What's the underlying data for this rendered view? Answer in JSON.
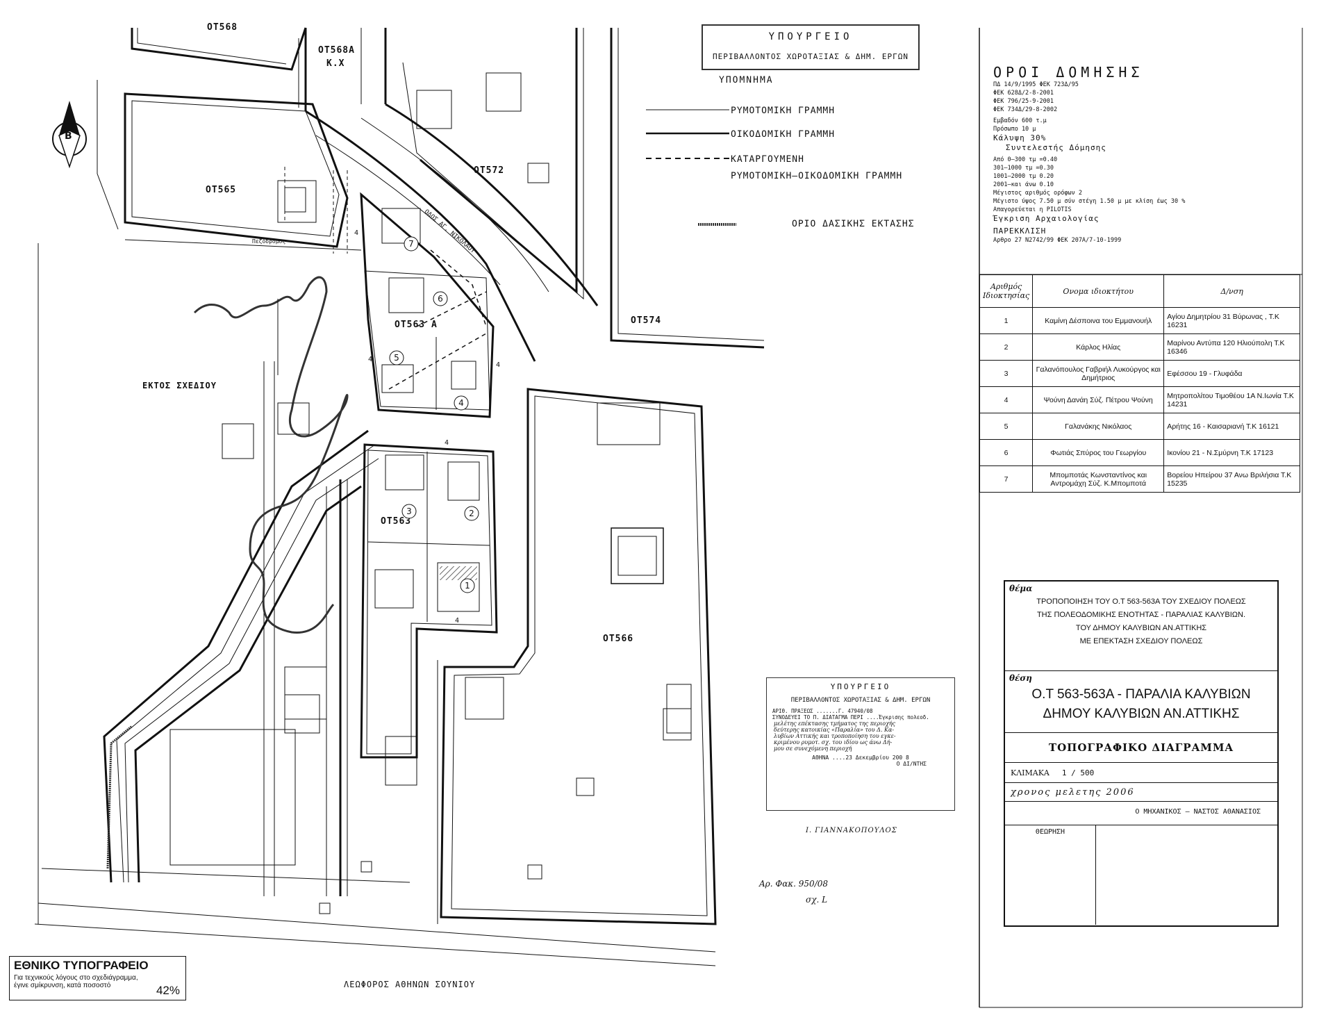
{
  "ministry_stamp": {
    "line1": "ΥΠΟΥΡΓΕΙΟ",
    "line2": "ΠΕΡΙΒΑΛΛΟΝΤΟΣ ΧΩΡΟΤΑΞΙΑΣ & ΔΗΜ. ΕΡΓΩΝ"
  },
  "legend": {
    "title": "ΥΠΟΜΝΗΜΑ",
    "items": [
      {
        "label": "ΡΥΜΟΤΟΜΙΚΗ ΓΡΑΜΜΗ"
      },
      {
        "label": "ΟΙΚΟΔΟΜΙΚΗ ΓΡΑΜΜΗ"
      },
      {
        "label": "ΚΑΤΑΡΓΟΥΜΕΝΗ",
        "label2": "ΡΥΜΟΤΟΜΙΚΗ–ΟΙΚΟΔΟΜΙΚΗ ΓΡΑΜΜΗ"
      },
      {
        "label": "ΟΡΙΟ ΔΑΣΙΚΗΣ ΕΚΤΑΣΗΣ"
      }
    ]
  },
  "north_arrow": {
    "letter": "Β"
  },
  "map_labels": {
    "ot568": "ΟΤ568",
    "ot568a": "ΟΤ568Α",
    "kx": "Κ.Χ",
    "ot565": "ΟΤ565",
    "ot572": "ΟΤ572",
    "ot563a": "ΟΤ563 Α",
    "ot574": "ΟΤ574",
    "ot563": "ΟΤ563",
    "ot566": "ΟΤ566",
    "outside_plan": "ΕΚΤΟΣ ΣΧΕΔΙΟΥ",
    "street": "ΟΔΟΣ ΑΓ. ΝΙΚΟΛΑΟΥ",
    "avenue": "ΛΕΩΦΟΡΟΣ ΑΘΗΝΩΝ ΣΟΥΝΙΟΥ",
    "pedestrian": "Πεζόδρομος",
    "setback": "4"
  },
  "parcels": [
    "1",
    "2",
    "3",
    "4",
    "5",
    "6",
    "7"
  ],
  "building_terms": {
    "title": "ΟΡΟΙ ΔΟΜΗΣΗΣ",
    "lines": [
      "ΠΔ 14/9/1995 ΦΕΚ 723Δ/95",
      "ΦΕΚ 628Δ/2-8-2001",
      "ΦΕΚ 796/25-9-2001",
      "ΦΕΚ 734Δ/29-8-2002",
      "Εμβαδόν 600 τ.μ",
      "Πρόσωπο 10 μ"
    ],
    "coverage": "Κάλυψη 30%",
    "coefficient": "Συντελεστής Δόμησης",
    "coef_lines": [
      "Από 0–300 τμ   =0.40",
      "301–1000 τμ =0.30",
      "1001–2000 τμ 0.20",
      "2001–και άνω 0.10",
      "Μέγιστος αριθμός ορόφων 2",
      "Μέγιστο ύψος 7.50 μ σύν στέγη 1.50 μ με κλίση έως 30 %",
      "Απαγορεύεται η  PILOTIS"
    ],
    "archaeology": "Έγκριση Αρχαιολογίας",
    "exception": "ΠΑΡΕΚΚΛΙΣΗ",
    "article": "Αρθρο 27 Ν2742/99  ΦΕΚ 207Α/7-10-1999"
  },
  "owners_table": {
    "headers": [
      "Αριθμός Ιδιοκτησίας",
      "Ονομα ιδιοκτήτου",
      "Δ/νση"
    ],
    "rows": [
      {
        "num": "1",
        "name": "Καμίνη Δέσποινα του Εμμανουήλ",
        "address": "Αγίου Δημητρίου 31 Βύρωνας , Τ.Κ 16231"
      },
      {
        "num": "2",
        "name": "Κάρλος Ηλίας",
        "address": "Μαρίνου Αντύπα 120 Ηλιούπολη Τ.Κ 16346"
      },
      {
        "num": "3",
        "name": "Γαλανόπουλος Γαβριήλ Λυκούργος και Δημήτριος",
        "address": "Εφέσσου 19 - Γλυφάδα"
      },
      {
        "num": "4",
        "name": "Ψούνη Δανάη Σύζ. Πέτρου Ψούνη",
        "address": "Μητροπολίτου Τιμοθέου 1Α Ν.Ιωνία Τ.Κ 14231"
      },
      {
        "num": "5",
        "name": "Γαλανάκης Νικόλαος",
        "address": "Αρήτης 16 - Καισαριανή Τ.Κ 16121"
      },
      {
        "num": "6",
        "name": "Φωτιάς Σπύρος του Γεωργίου",
        "address": "Ικονίου 21 - Ν.Σμύρνη Τ.Κ 17123"
      },
      {
        "num": "7",
        "name": "Μπομποτάς Κωνσταντίνος και Αντρομάχη Σύζ. Κ.Μπομποτά",
        "address": "Βορείου Ηπείρου 37 Ανω Βριλήσια Τ.Κ 15235"
      }
    ]
  },
  "title_block": {
    "subject_label": "θέμα",
    "subject_lines": [
      "ΤΡΟΠΟΠΟΙΗΣΗ ΤΟΥ Ο.Τ 563-563Α ΤΟΥ ΣΧΕΔΙΟΥ ΠΟΛΕΩΣ",
      "ΤΗΣ ΠΟΛΕΟΔΟΜΙΚΗΣ ΕΝΟΤΗΤΑΣ - ΠΑΡΑΛΙΑΣ ΚΑΛΥΒΙΩΝ.",
      "ΤΟΥ ΔΗΜΟΥ ΚΑΛΥΒΙΩΝ ΑΝ.ΑΤΤΙΚΗΣ",
      "ΜΕ ΕΠΕΚΤΑΣΗ ΣΧΕΔΙΟΥ ΠΟΛΕΩΣ"
    ],
    "location_label": "θέση",
    "location_lines": [
      "Ο.Τ 563-563Α - ΠΑΡΑΛΙΑ ΚΑΛΥΒΙΩΝ",
      "ΔΗΜΟΥ ΚΑΛΥΒΙΩΝ ΑΝ.ΑΤΤΙΚΗΣ"
    ],
    "drawing_title": "ΤΟΠΟΓΡΑΦΙΚΟ ΔΙΑΓΡΑΜΜΑ",
    "scale_label": "ΚΛΙΜΑΚΑ",
    "scale_value": "1 / 500",
    "study_time": "χρονος μελετης 2006",
    "engineer": "Ο ΜΗΧΑΝΙΚΟΣ – ΝΑΣΤΟΣ ΑΘΑΝΑΣΙΟΣ",
    "review": "ΘΕΩΡΗΣΗ"
  },
  "approval_stamp": {
    "line1": "ΥΠΟΥΡΓΕΙΟ",
    "line2": "ΠΕΡΙΒΑΛΛΟΝΤΟΣ ΧΩΡΟΤΑΞΙΑΣ & ΔΗΜ. ΕΡΓΩΝ",
    "protocol": "ΑΡΙΘ. ΠΡΑΞΕΩΣ .......Γ. 47940/08",
    "text1": "ΣΥΝΟΔΕΥΕΙ ΤΟ Π. ΔΙΑΤΑΓΜΑ ΠΕΡΙ ....Έγκρισης πολεοδ.",
    "text2": "μελέτης επέκτασης τμήματος της περιοχής",
    "text3": "δεύτερης κατοικίας «Παραλία» του Δ. Κα-",
    "text4": "λυβίων Αττικής και τροποποίηση του εγκε-",
    "text5": "κριμένου ρυμοτ. σχ. του ιδίου ως άνω Δή-",
    "text6": "μου σε συνεχόμενη περιοχή",
    "place_date": "ΑΘΗΝΑ ....23 Δεκεμβρίου 200 8",
    "role": "Ο ΔΙ/ΝΤΗΣ",
    "signature": "Ι. ΓΙΑΝΝΑΚΟΠΟΥΛΟΣ"
  },
  "file_note": {
    "line1": "Αρ. Φακ. 950/08",
    "line2": "σχ. L"
  },
  "imprint": {
    "title": "ΕΘΝΙΚΟ ΤΥΠΟΓΡΑΦΕΙΟ",
    "text1": "Για τεχνικούς λόγους στο σχεδιάγραμμα,",
    "text2": "έγινε σμίκρυνση, κατά ποσοστό",
    "percent": "42%"
  }
}
